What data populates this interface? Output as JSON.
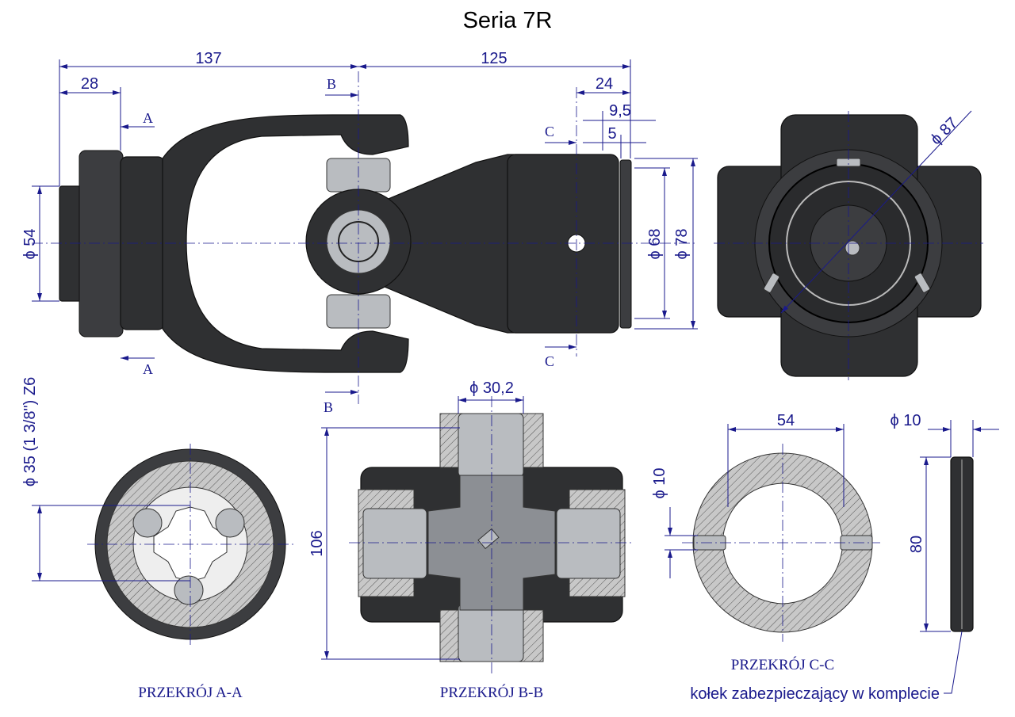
{
  "title": "Seria 7R",
  "dimensions": {
    "total_left": "137",
    "total_right": "125",
    "hub_28": "28",
    "sleeve_24": "24",
    "d_9_5": "9,5",
    "d_5": "5",
    "dia_87": "ϕ 87",
    "dia_54": "ϕ 54",
    "dia_68": "ϕ 68",
    "dia_78": "ϕ 78",
    "dia_35": "ϕ 35  (1 3/8\") Z6",
    "dia_30_2": "ϕ 30,2",
    "h_106": "106",
    "w_54": "54",
    "dia_10_hole": "ϕ 10",
    "dia_10_pin": "ϕ 10",
    "len_80": "80"
  },
  "section_markers": {
    "a_top": "A",
    "a_bottom": "A",
    "b_top": "B",
    "b_bottom": "B",
    "c_top": "C",
    "c_bottom": "C"
  },
  "captions": {
    "section_aa": "PRZEKRÓJ A-A",
    "section_bb": "PRZEKRÓJ B-B",
    "section_cc": "PRZEKRÓJ C-C",
    "pin_note": "kołek zabezpieczający w komplecie"
  },
  "colors": {
    "dimension": "#1a1a8c",
    "part": "#2f3032",
    "steel": "#b9bcc0"
  }
}
